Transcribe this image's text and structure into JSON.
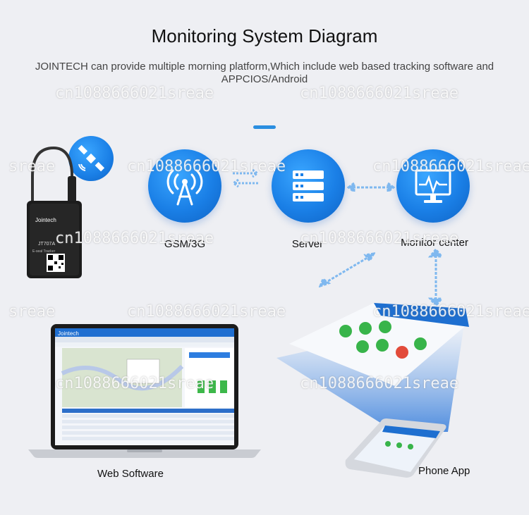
{
  "header": {
    "title": "Monitoring System Diagram",
    "subtitle": "JOINTECH can provide multiple morning platform,Which include web based tracking software and APPCIOS/Android"
  },
  "nodes": {
    "gsm": {
      "label": "GSM/3G",
      "icon": "cell-tower-icon"
    },
    "server": {
      "label": "Server",
      "icon": "server-icon"
    },
    "monitor": {
      "label": "Monitor center",
      "icon": "monitor-icon"
    },
    "satellite": {
      "icon": "satellite-icon"
    }
  },
  "device": {
    "brand": "Jointech",
    "model": "JT707A",
    "type": "E-seal Tracker"
  },
  "clients": {
    "web": {
      "caption": "Web Software",
      "brand": "Jointech"
    },
    "phone": {
      "caption": "Phone App"
    }
  },
  "watermark": "cn1088666021sreae",
  "watermark_partial": "sreae",
  "colors": {
    "accent": "#2a8ee0",
    "node_blue": "#1a7fe6",
    "background": "#eeeff3"
  }
}
